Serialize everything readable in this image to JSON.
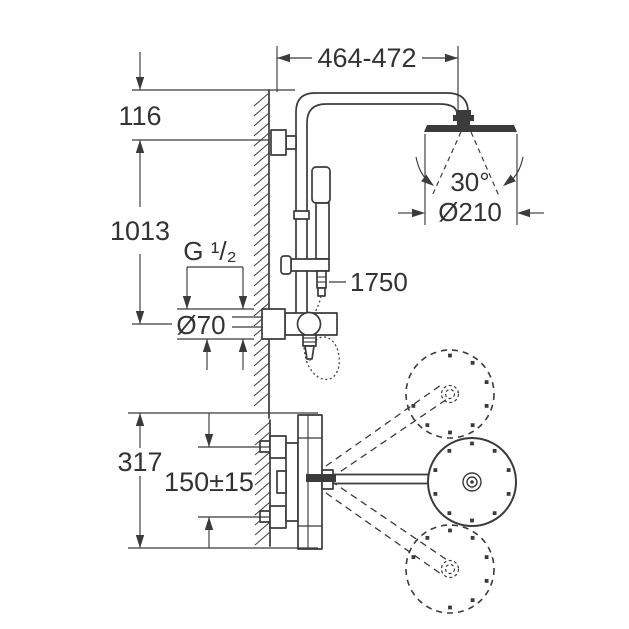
{
  "drawing": {
    "kind": "shower-system-installation-diagram",
    "line_color": "#3b3b3b",
    "background": "#ffffff",
    "labels": {
      "span_top": "464-472",
      "offset_116": "116",
      "height_1013": "1013",
      "thread": "G ¹/₂",
      "dia_70": "Ø70",
      "hose_1750": "1750",
      "angle_30": "30°",
      "dia_210": "Ø210",
      "height_317": "317",
      "spacing_150": "150±15"
    }
  }
}
